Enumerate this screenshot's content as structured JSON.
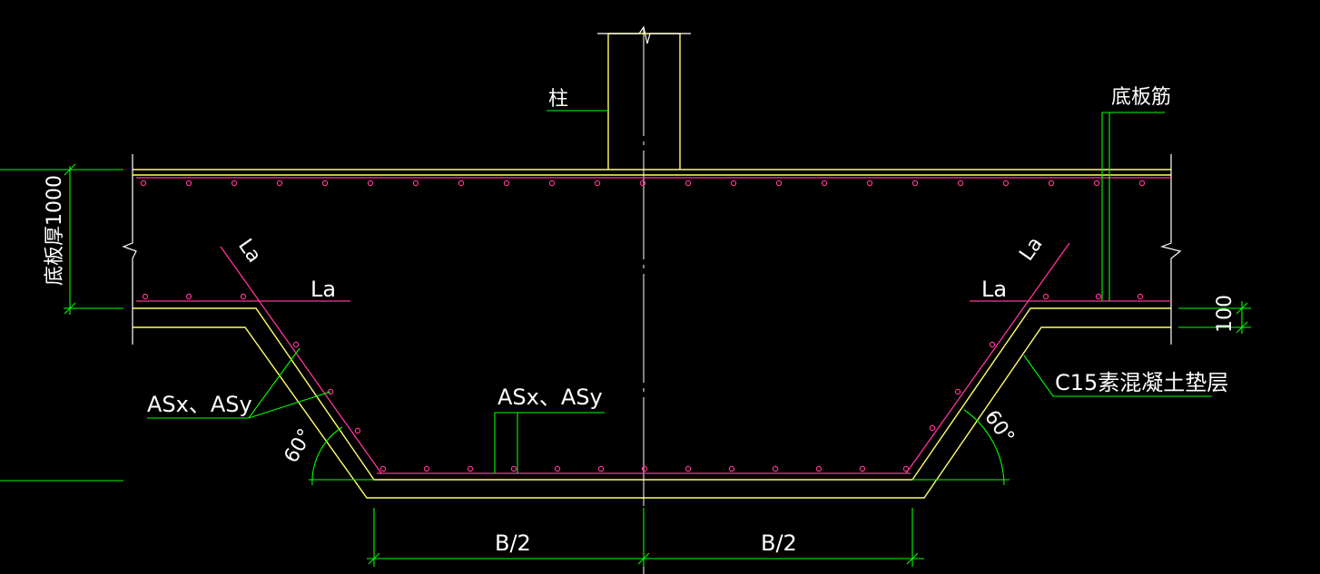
{
  "labels": {
    "column": "柱",
    "slab_rebar": "底板筋",
    "slab_thickness": "底板厚1000",
    "la_left_horizontal": "La",
    "la_left_diagonal": "La",
    "la_right_horizontal": "La",
    "la_right_diagonal": "La",
    "rebar_left": "ASx、ASy",
    "rebar_center": "ASx、ASy",
    "cushion_layer": "C15素混凝土垫层",
    "angle_left": "60°",
    "angle_right": "60°",
    "cushion_thickness": "100",
    "half_width_left": "B/2",
    "half_width_right": "B/2"
  },
  "colors": {
    "background": "#000000",
    "concrete_outline": "#ffff66",
    "rebar": "#ff3399",
    "dimension": "#00ff00",
    "leader": "#00ff00",
    "centerline": "#ffffff",
    "text": "#ffffff",
    "break_line": "#ffffff"
  }
}
